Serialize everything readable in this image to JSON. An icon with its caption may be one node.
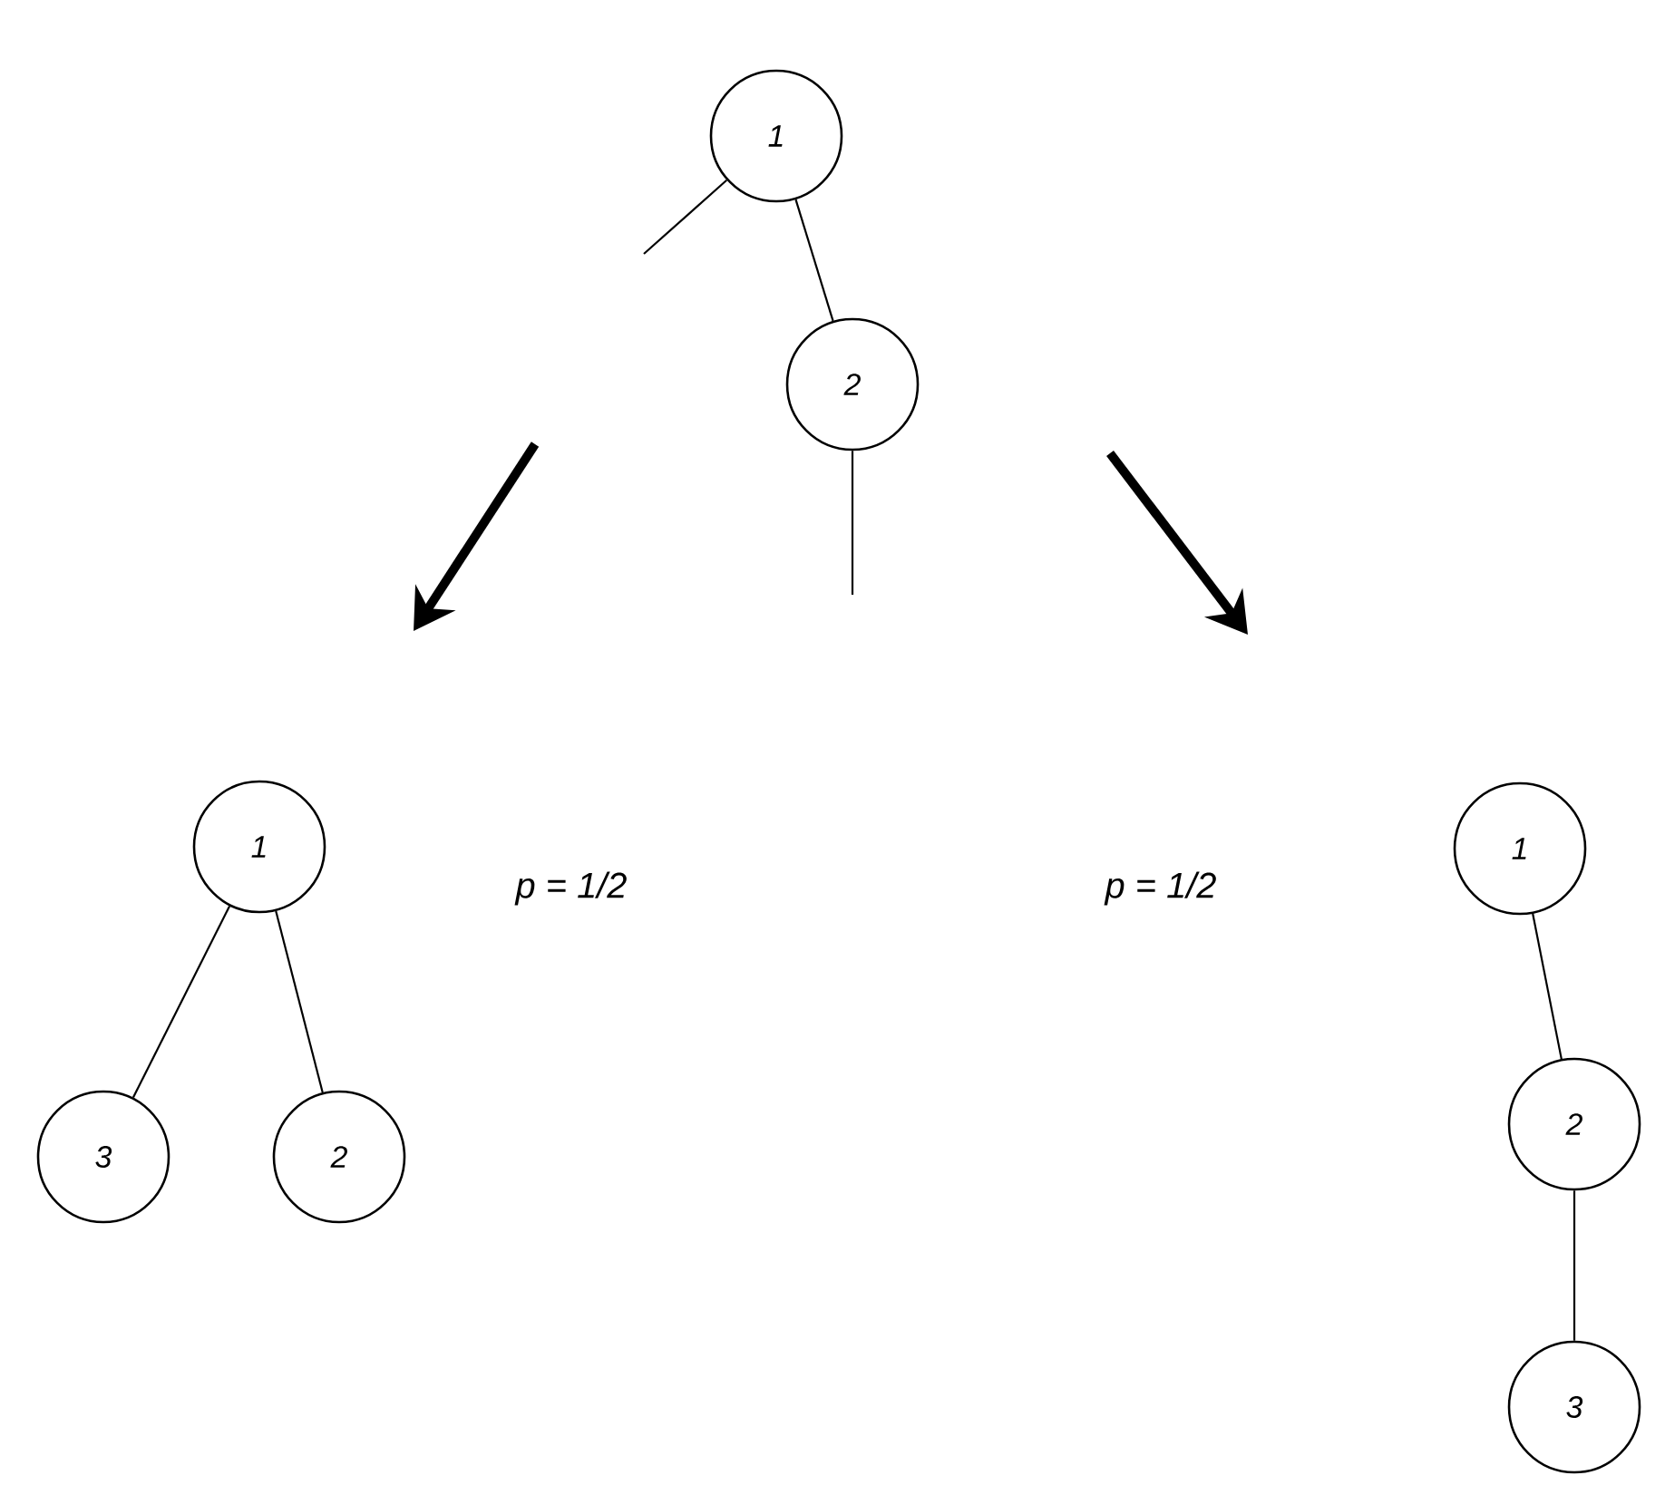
{
  "diagram": {
    "nodes": [
      {
        "text": [
          "1"
        ]
      },
      {
        "text": [
          "2"
        ]
      },
      {
        "text": [
          "1"
        ]
      },
      {
        "text": [
          "3"
        ]
      },
      {
        "text": [
          "2"
        ]
      },
      {
        "text": [
          "1"
        ]
      },
      {
        "text": [
          "2"
        ]
      },
      {
        "text": [
          "3"
        ]
      }
    ],
    "edges": [
      {
        "from": 0,
        "to": 1,
        "arrow": "none"
      },
      {
        "from": 0,
        "to": null,
        "arrow": "none"
      },
      {
        "from": 1,
        "to": null,
        "arrow": "none"
      },
      {
        "from": 2,
        "to": 3,
        "arrow": "none"
      },
      {
        "from": 2,
        "to": 4,
        "arrow": "none"
      },
      {
        "from": 5,
        "to": 6,
        "arrow": "none"
      },
      {
        "from": 6,
        "to": 7,
        "arrow": "none"
      }
    ],
    "labels": [
      "p = 1/2",
      "p = 1/2"
    ]
  }
}
